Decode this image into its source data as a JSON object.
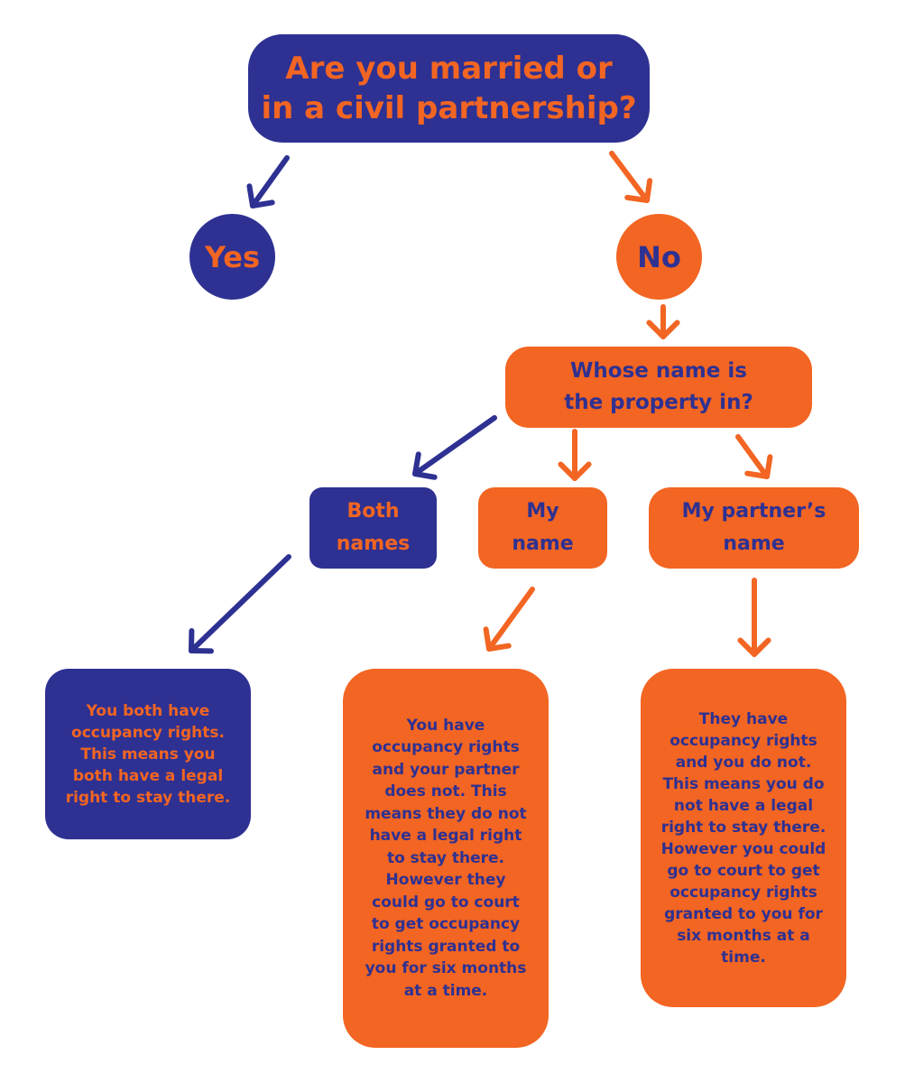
{
  "colors": {
    "navy": "#2e3192",
    "orange": "#f26522",
    "background": "#ffffff"
  },
  "nodes": {
    "question1": "Are you married or\nin a civil partnership?",
    "yes": "Yes",
    "no": "No",
    "question2": "Whose name is\nthe property in?",
    "both_names": "Both\nnames",
    "my_name": "My\nname",
    "partner_name": "My partner’s\nname",
    "answer_both": "You both have\noccupancy rights.\nThis means you\nboth have a legal\nright to stay there.",
    "answer_my": "You have\noccupancy rights\nand your partner\ndoes not. This\nmeans they do not\nhave a legal right\nto stay there.\nHowever they\ncould go to court\nto get occupancy\nrights granted to\nyou for six months\nat a time.",
    "answer_partner": "They have\noccupancy rights\nand you do not.\nThis means you do\nnot have a legal\nright to stay there.\nHowever you could\ngo to court to get\noccupancy rights\ngranted to you for\nsix months at a\ntime."
  },
  "arrows": [
    {
      "name": "arrow-question-to-yes",
      "color": "navy"
    },
    {
      "name": "arrow-question-to-no",
      "color": "orange"
    },
    {
      "name": "arrow-no-to-property-question",
      "color": "orange"
    },
    {
      "name": "arrow-property-to-both-names",
      "color": "navy"
    },
    {
      "name": "arrow-property-to-my-name",
      "color": "orange"
    },
    {
      "name": "arrow-property-to-partner-name",
      "color": "orange"
    },
    {
      "name": "arrow-both-names-to-answer",
      "color": "navy"
    },
    {
      "name": "arrow-my-name-to-answer",
      "color": "orange"
    },
    {
      "name": "arrow-partner-name-to-answer",
      "color": "orange"
    }
  ]
}
